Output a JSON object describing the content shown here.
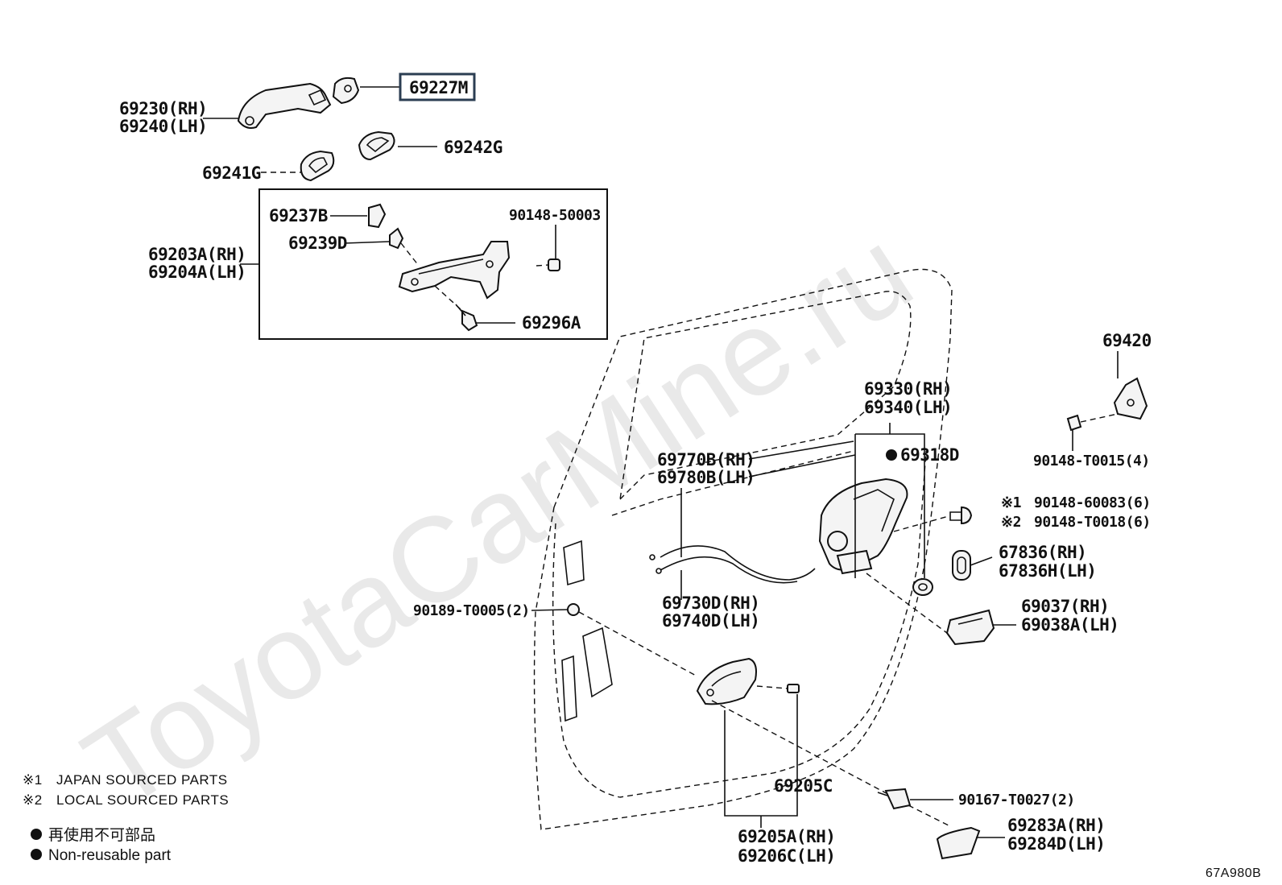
{
  "watermark": "ToyotaCarMine.ru",
  "diagram_code": "67A980B",
  "labels": {
    "p69227M": "69227M",
    "p69230": "69230(RH)",
    "p69240": "69240(LH)",
    "p69242G": "69242G",
    "p69241G": "69241G",
    "p69237B": "69237B",
    "p90148_50003": "90148-50003",
    "p69239D": "69239D",
    "p69203A": "69203A(RH)",
    "p69204A": "69204A(LH)",
    "p69296A": "69296A",
    "p69420": "69420",
    "p69330": "69330(RH)",
    "p69340": "69340(LH)",
    "p69318D": "69318D",
    "p90148_T0015": "90148-T0015(4)",
    "p69770B": "69770B(RH)",
    "p69780B": "69780B(LH)",
    "p90148_60083": "90148-60083(6)",
    "p90148_T0018": "90148-T0018(6)",
    "p67836RH": "67836(RH)",
    "p67836HLH": "67836H(LH)",
    "p69730D": "69730D(RH)",
    "p69740D": "69740D(LH)",
    "p90189": "90189-T0005(2)",
    "p69037": "69037(RH)",
    "p69038A": "69038A(LH)",
    "p69205C": "69205C",
    "p90167": "90167-T0027(2)",
    "p69283A": "69283A(RH)",
    "p69284D": "69284D(LH)",
    "p69205A": "69205A(RH)",
    "p69206C": "69206C(LH)"
  },
  "marks": {
    "m1": "※1",
    "m2": "※2"
  },
  "legend": {
    "japan": "JAPAN SOURCED PARTS",
    "local": "LOCAL SOURCED PARTS",
    "nonreuse_jp": "再使用不可部品",
    "nonreuse_en": "Non-reusable part"
  }
}
